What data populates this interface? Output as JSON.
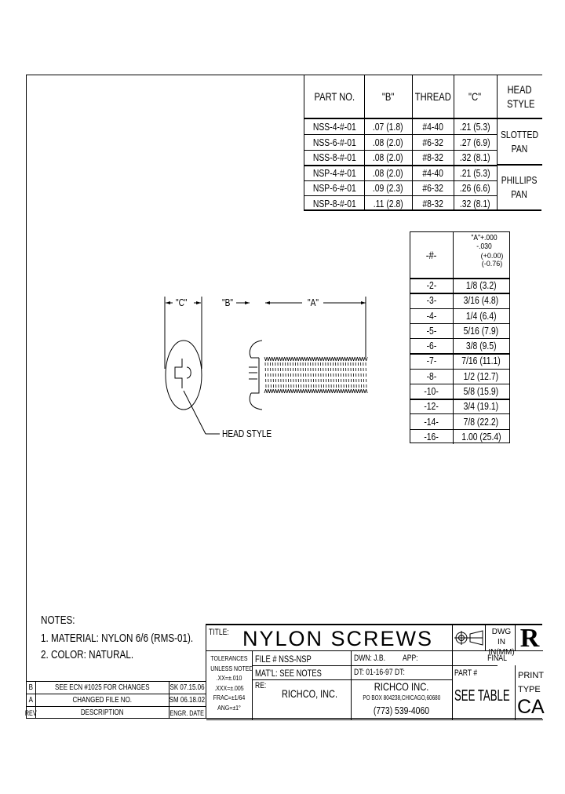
{
  "part_table": {
    "headers": [
      "PART NO.",
      "\"B\"",
      "THREAD",
      "\"C\"",
      "HEAD STYLE"
    ],
    "rows": [
      [
        "NSS-4-#-01",
        ".07 (1.8)",
        "#4-40",
        ".21 (5.3)"
      ],
      [
        "NSS-6-#-01",
        ".08 (2.0)",
        "#6-32",
        ".27 (6.9)"
      ],
      [
        "NSS-8-#-01",
        ".08 (2.0)",
        "#8-32",
        ".32 (8.1)"
      ],
      [
        "NSP-4-#-01",
        ".08 (2.0)",
        "#4-40",
        ".21 (5.3)"
      ],
      [
        "NSP-6-#-01",
        ".09 (2.3)",
        "#6-32",
        ".26 (6.6)"
      ],
      [
        "NSP-8-#-01",
        ".11 (2.8)",
        "#8-32",
        ".32 (8.1)"
      ]
    ],
    "head_styles": [
      "SLOTTED PAN",
      "PHILLIPS PAN"
    ]
  },
  "length_table": {
    "header_dash": "-#-",
    "header_a": "\"A\"+.000 -.030",
    "header_mm": "(+0.00) (-0.76)",
    "rows": [
      [
        "-2-",
        "1/8 (3.2)"
      ],
      [
        "-3-",
        "3/16 (4.8)"
      ],
      [
        "-4-",
        "1/4 (6.4)"
      ],
      [
        "-5-",
        "5/16 (7.9)"
      ],
      [
        "-6-",
        "3/8 (9.5)"
      ],
      [
        "-7-",
        "7/16 (11.1)"
      ],
      [
        "-8-",
        "1/2 (12.7)"
      ],
      [
        "-10-",
        "5/8 (15.9)"
      ],
      [
        "-12-",
        "3/4 (19.1)"
      ],
      [
        "-14-",
        "7/8 (22.2)"
      ],
      [
        "-16-",
        "1.00 (25.4)"
      ]
    ]
  },
  "drawing": {
    "dim_c": "\"C\"",
    "dim_b": "\"B\"",
    "dim_a": "\"A\"",
    "head_style_label": "HEAD STYLE"
  },
  "notes": {
    "title": "NOTES:",
    "items": [
      "1. MATERIAL: NYLON 6/6 (RMS-01).",
      "2. COLOR: NATURAL."
    ]
  },
  "revisions": {
    "rows": [
      [
        "B",
        "SEE ECN #1025 FOR CHANGES",
        "SK 07.15.06"
      ],
      [
        "A",
        "CHANGED FILE NO.",
        "SM 06.18.02"
      ]
    ],
    "header": [
      "REV",
      "DESCRIPTION",
      "ENGR. DATE"
    ]
  },
  "title_block": {
    "title_label": "TITLE:",
    "title": "NYLON SCREWS",
    "dwg_units": "DWG IN IN(MM)",
    "tolerances": [
      "TOLERANCES",
      "UNLESS NOTED",
      ".XX=±.010",
      ".XXX=±.005",
      "FRAC=±1/64",
      "ANG=±1°"
    ],
    "file": "FILE # NSS-NSP",
    "matl": "MAT'L: SEE NOTES",
    "re_label": "RE:",
    "re_value": "RICHCO, INC.",
    "dwn": "DWN: J.B.",
    "app": "APP:",
    "dt": "DT: 01-16-97 DT:",
    "company": "RICHCO INC.",
    "address": "PO BOX 804238,CHICAGO,60680",
    "phone": "(773) 539-4060",
    "final": "FINAL",
    "part_label": "PART #",
    "part_value": "SEE TABLE",
    "print_type_label": "PRINT TYPE",
    "print_type": "CA",
    "logo_text": "R"
  }
}
